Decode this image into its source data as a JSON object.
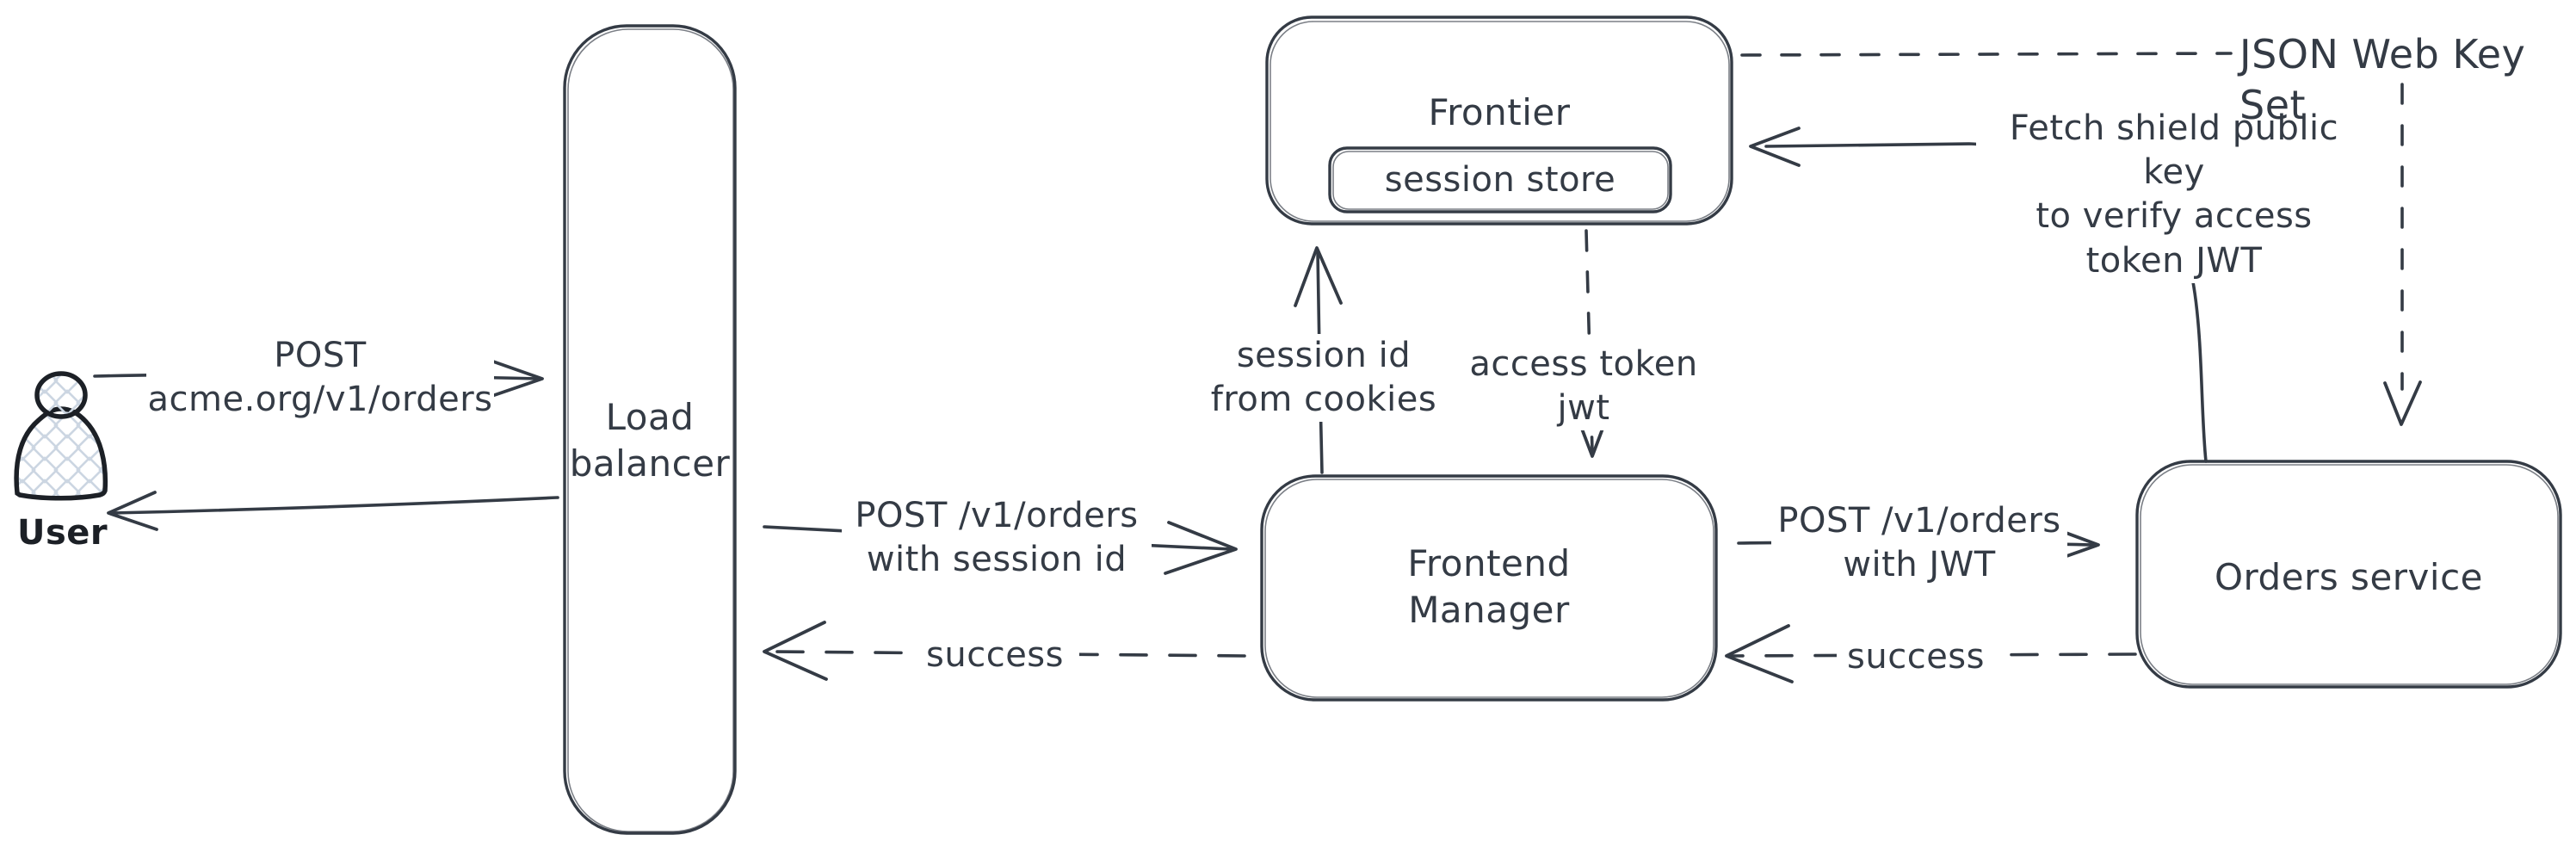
{
  "colors": {
    "ink": "#343b45",
    "hatch": "#ccd6e2",
    "background": "#ffffff"
  },
  "nodes": {
    "user": {
      "label": "User"
    },
    "load_balancer": {
      "label": "Load\nbalancer"
    },
    "frontier": {
      "label": "Frontier"
    },
    "session_store": {
      "label": "session store"
    },
    "frontend_manager": {
      "label": "Frontend\nManager"
    },
    "orders_service": {
      "label": "Orders service"
    }
  },
  "edges": {
    "user_to_load_balancer": {
      "label": "POST\nacme.org/v1/orders",
      "line": "solid"
    },
    "load_balancer_to_user": {
      "label": "",
      "line": "solid"
    },
    "load_balancer_to_frontend_manager": {
      "label": "POST /v1/orders\nwith session id",
      "line": "solid"
    },
    "frontend_manager_to_load_balancer": {
      "label": "success",
      "line": "dashed"
    },
    "frontend_manager_to_frontier": {
      "label": "session id\nfrom cookies",
      "line": "solid"
    },
    "session_store_to_frontend_manager": {
      "label": "access token\njwt",
      "line": "dashed"
    },
    "frontend_manager_to_orders_service": {
      "label": "POST /v1/orders\nwith JWT",
      "line": "solid"
    },
    "orders_service_to_frontend_manager": {
      "label": "success",
      "line": "dashed"
    },
    "orders_service_to_frontier": {
      "label": "Fetch shield public key\nto verify access\ntoken JWT",
      "line": "solid"
    },
    "jwks_to_orders_service": {
      "label": "JSON Web Key Set",
      "line": "dashed"
    }
  }
}
